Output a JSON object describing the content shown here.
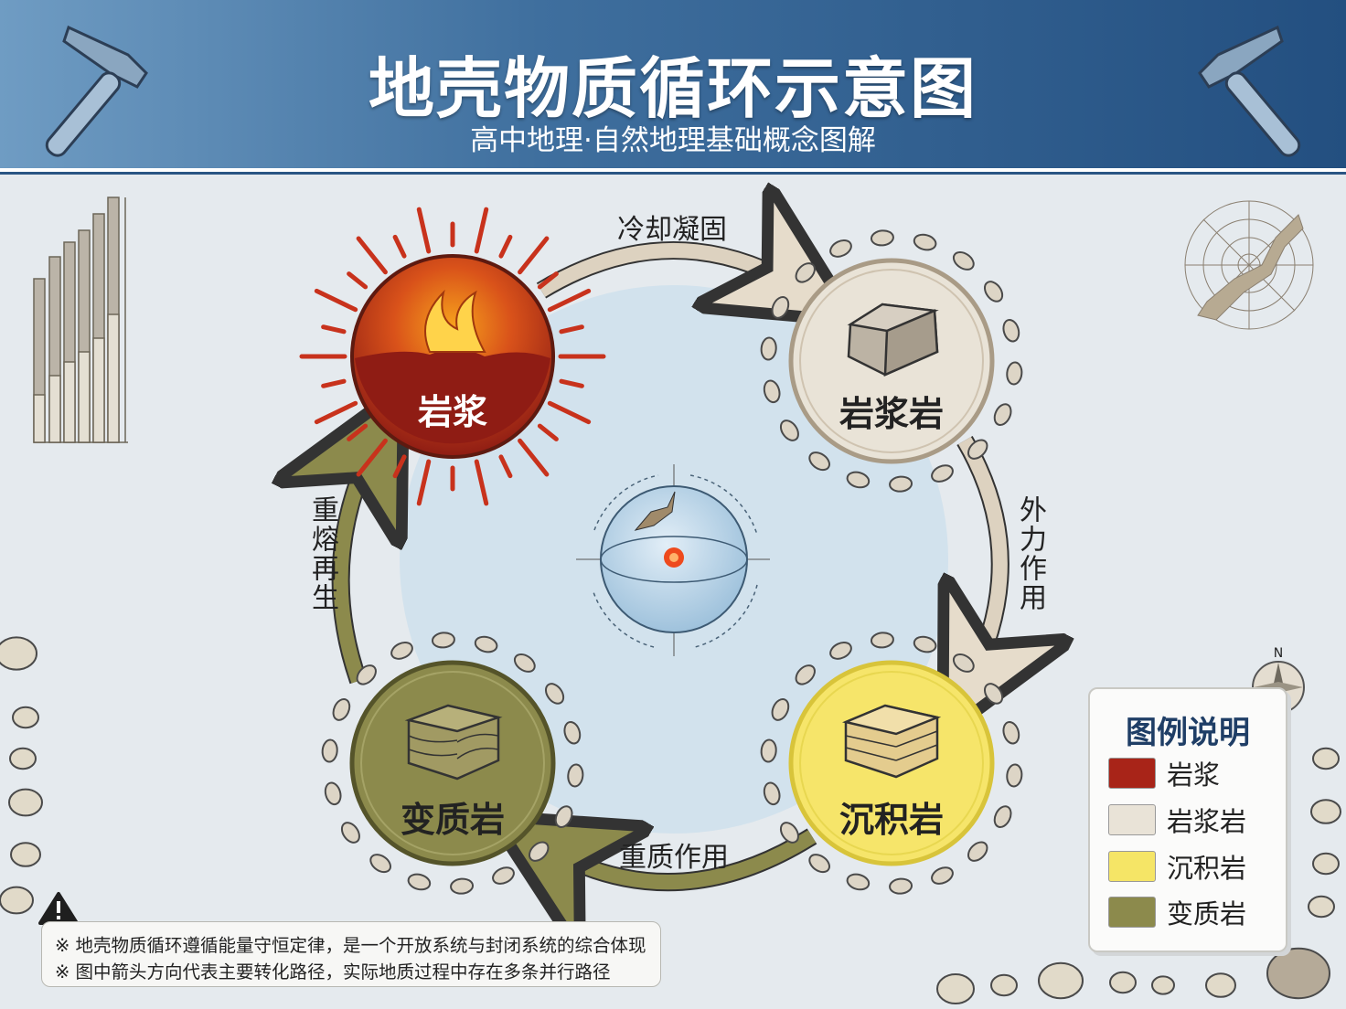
{
  "header": {
    "title": "地壳物质循环示意图",
    "subtitle": "高中地理·自然地理基础概念图解"
  },
  "nodes": {
    "magma": {
      "label": "岩浆",
      "color": "#a82418"
    },
    "igneous": {
      "label": "岩浆岩",
      "color": "#e9e3d7"
    },
    "sedimentary": {
      "label": "沉积岩",
      "color": "#f5e566"
    },
    "metamorphic": {
      "label": "变质岩",
      "color": "#8c8a4c"
    }
  },
  "arrows": {
    "cooling": "冷却凝固",
    "external_forces": "外力作用",
    "metamorphism": "重质作用",
    "remelting": "重熔再生"
  },
  "legend": {
    "title": "图例说明",
    "items": [
      {
        "label": "岩浆",
        "color": "#a82418"
      },
      {
        "label": "岩浆岩",
        "color": "#e9e3d7"
      },
      {
        "label": "沉积岩",
        "color": "#f5e566"
      },
      {
        "label": "变质岩",
        "color": "#8c8a4c"
      }
    ]
  },
  "compass": {
    "north_label": "N"
  },
  "notes": [
    "※ 地壳物质循环遵循能量守恒定律，是一个开放系统与封闭系统的综合体现",
    "※ 图中箭头方向代表主要转化路径，实际地质过程中存在多条并行路径"
  ],
  "icons": [
    "hammer-icon",
    "warning-icon",
    "compass-icon",
    "earth-globe-icon",
    "rock-icon",
    "flame-icon"
  ]
}
